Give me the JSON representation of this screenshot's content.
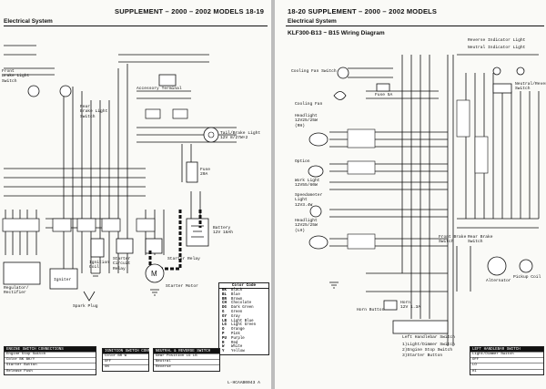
{
  "left_page": {
    "header": "SUPPLEMENT – 2000 – 2002 MODELS 18-19",
    "section": "Electrical System",
    "labels": {
      "front_brake": "Front\nBrake Light\nSwitch",
      "rear_brake": "Rear\nBrake Light\nSwitch",
      "accessory": "Accessory Terminal",
      "tail_light": "Tail/Brake Light\n12V 8/27W×2",
      "fuse": "Fuse\n20A",
      "regulator": "Regulator/\nRectifier",
      "igniter": "Igniter",
      "ignition_coil": "Ignition\nCoil",
      "starter_relay": "Starter\nCircuit\nRelay",
      "starter_relay2": "Starter Relay",
      "battery": "Battery\n12V 18Ah",
      "starter_motor": "Starter Motor",
      "spark_plug": "Spark Plug"
    },
    "color_code": {
      "title": "Color Code",
      "rows": [
        {
          "code": "BK",
          "name": "Black"
        },
        {
          "code": "BL",
          "name": "Blue"
        },
        {
          "code": "BR",
          "name": "Brown"
        },
        {
          "code": "CH",
          "name": "Chocolate"
        },
        {
          "code": "DG",
          "name": "Dark Green"
        },
        {
          "code": "G",
          "name": "Green"
        },
        {
          "code": "GY",
          "name": "Gray"
        },
        {
          "code": "LB",
          "name": "Light Blue"
        },
        {
          "code": "LG",
          "name": "Light Green"
        },
        {
          "code": "O",
          "name": "Orange"
        },
        {
          "code": "P",
          "name": "Pink"
        },
        {
          "code": "PU",
          "name": "Purple"
        },
        {
          "code": "R",
          "name": "Red"
        },
        {
          "code": "W",
          "name": "White"
        },
        {
          "code": "Y",
          "name": "Yellow"
        }
      ]
    },
    "tables": [
      {
        "title": "ENGINE SWITCH CONNECTIONS",
        "rows": [
          "Engine Stop Switch",
          "Color  BK  BK/Y",
          "Starter Button",
          "Release  Push"
        ]
      },
      {
        "title": "IGNITION SWITCH CONNECTIONS",
        "rows": [
          "Color  BR  W",
          "OFF",
          "ON"
        ]
      },
      {
        "title": "NEUTRAL & REVERSE SWITCH",
        "rows": [
          "Gear Position  LG  LB",
          "Neutral",
          "Reverse"
        ]
      }
    ],
    "footer": "L-HCAAB0043 A"
  },
  "right_page": {
    "header": "18-20 SUPPLEMENT – 2000 – 2002 MODELS",
    "section": "Electrical System",
    "subtitle": "KLF300-B13 ~ B15 Wiring Diagram",
    "labels": {
      "cooling_fan_switch": "Cooling Fan Switch",
      "fuse": "Fuse 5A",
      "cooling_fan": "Cooling Fan",
      "headlight_top": "Headlight\n12V25/25W\n(RH)",
      "option": "Option",
      "work_light": "Work Light\n12V55/60W",
      "speedometer": "Speedometer\nLight\n12V3.4W",
      "headlight_bottom": "Headlight\n12V25/25W\n(LH)",
      "reverse_light": "Reverse Indicator Light",
      "neutral_light": "Neutral Indicator Light",
      "neutral_switch": "Neutral/Reverse\nSwitch",
      "front_brake": "Front Brake\nSwitch",
      "rear_brake": "Rear Brake\nSwitch",
      "alternator": "Alternator",
      "pickup": "Pickup Coil",
      "horn": "Horn\n12V 1.3A",
      "horn_button": "Horn Button",
      "left_handlebar": "Left Handlebar Switch",
      "legend_1": "1)Light/Dimmer Switch",
      "legend_2": "2)Engine Stop Switch",
      "legend_3": "3)Starter Button"
    },
    "table": {
      "title": "LEFT HANDLEBAR SWITCH",
      "rows": [
        "Light/Dimmer Switch",
        "OFF",
        "LO",
        "HI"
      ]
    }
  }
}
